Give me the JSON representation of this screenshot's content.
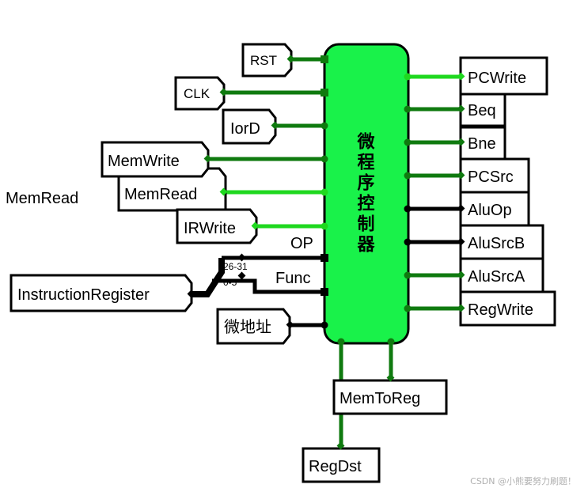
{
  "controller": {
    "title": "微程序控制器",
    "fill": "#19f24a"
  },
  "inputs": {
    "rst": "RST",
    "clk": "CLK",
    "iord": "IorD",
    "memwrite": "MemWrite",
    "memread": "MemRead",
    "irwrite": "IRWrite",
    "instruction_register": "InstructionRegister",
    "micro_address": "微地址"
  },
  "port_labels": {
    "op": "OP",
    "func": "Func"
  },
  "splitter": {
    "hi": "26-31",
    "lo": "0-5"
  },
  "floating_label": "MemRead",
  "outputs": {
    "pcwrite": "PCWrite",
    "beq": "Beq",
    "bne": "Bne",
    "pcsrc": "PCSrc",
    "aluop": "AluOp",
    "alusrcb": "AluSrcB",
    "alusrca": "AluSrcA",
    "regwrite": "RegWrite",
    "memtoreg": "MemToReg",
    "regdst": "RegDst"
  },
  "watermark": "CSDN @小熊要努力刷题！",
  "colors": {
    "wire_dark": "#0f7a0f",
    "wire_bright": "#1fd81f",
    "wire_black": "#000000"
  }
}
